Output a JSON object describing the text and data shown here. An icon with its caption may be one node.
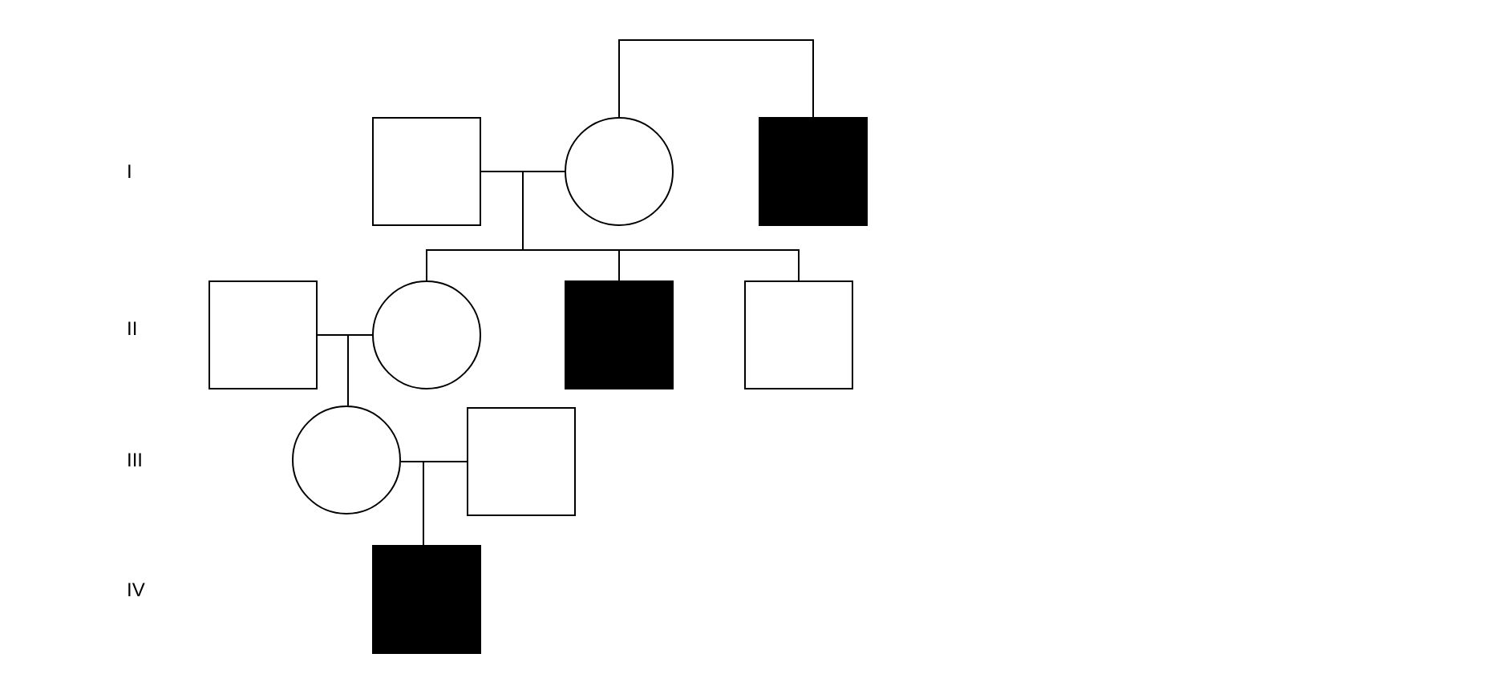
{
  "diagram": {
    "nodes": [
      {
        "text": [],
        "shape": "box"
      },
      {
        "text": [],
        "shape": "circle"
      },
      {
        "text": [],
        "shape": "box"
      },
      {
        "text": [],
        "shape": "box"
      },
      {
        "text": [],
        "shape": "circle"
      },
      {
        "text": [],
        "shape": "box"
      },
      {
        "text": [],
        "shape": "box"
      },
      {
        "text": [],
        "shape": "circle"
      },
      {
        "text": [],
        "shape": "box"
      },
      {
        "text": [],
        "shape": "box"
      }
    ],
    "edges": [
      {
        "from": 1,
        "to": 2,
        "arrow": "none"
      },
      {
        "from": 0,
        "to": 1,
        "arrow": "none"
      },
      {
        "from": 0,
        "to": 4,
        "arrow": "none"
      },
      {
        "from": 1,
        "to": 4,
        "arrow": "none"
      },
      {
        "from": 0,
        "to": 5,
        "arrow": "none"
      },
      {
        "from": 1,
        "to": 5,
        "arrow": "none"
      },
      {
        "from": 0,
        "to": 6,
        "arrow": "none"
      },
      {
        "from": 1,
        "to": 6,
        "arrow": "none"
      },
      {
        "from": 3,
        "to": 4,
        "arrow": "none"
      },
      {
        "from": 3,
        "to": 7,
        "arrow": "none"
      },
      {
        "from": 4,
        "to": 7,
        "arrow": "none"
      },
      {
        "from": 7,
        "to": 8,
        "arrow": "none"
      },
      {
        "from": 7,
        "to": 9,
        "arrow": "none"
      },
      {
        "from": 8,
        "to": 9,
        "arrow": "none"
      }
    ],
    "labels": [
      "I",
      "II",
      "III",
      "IV"
    ]
  }
}
